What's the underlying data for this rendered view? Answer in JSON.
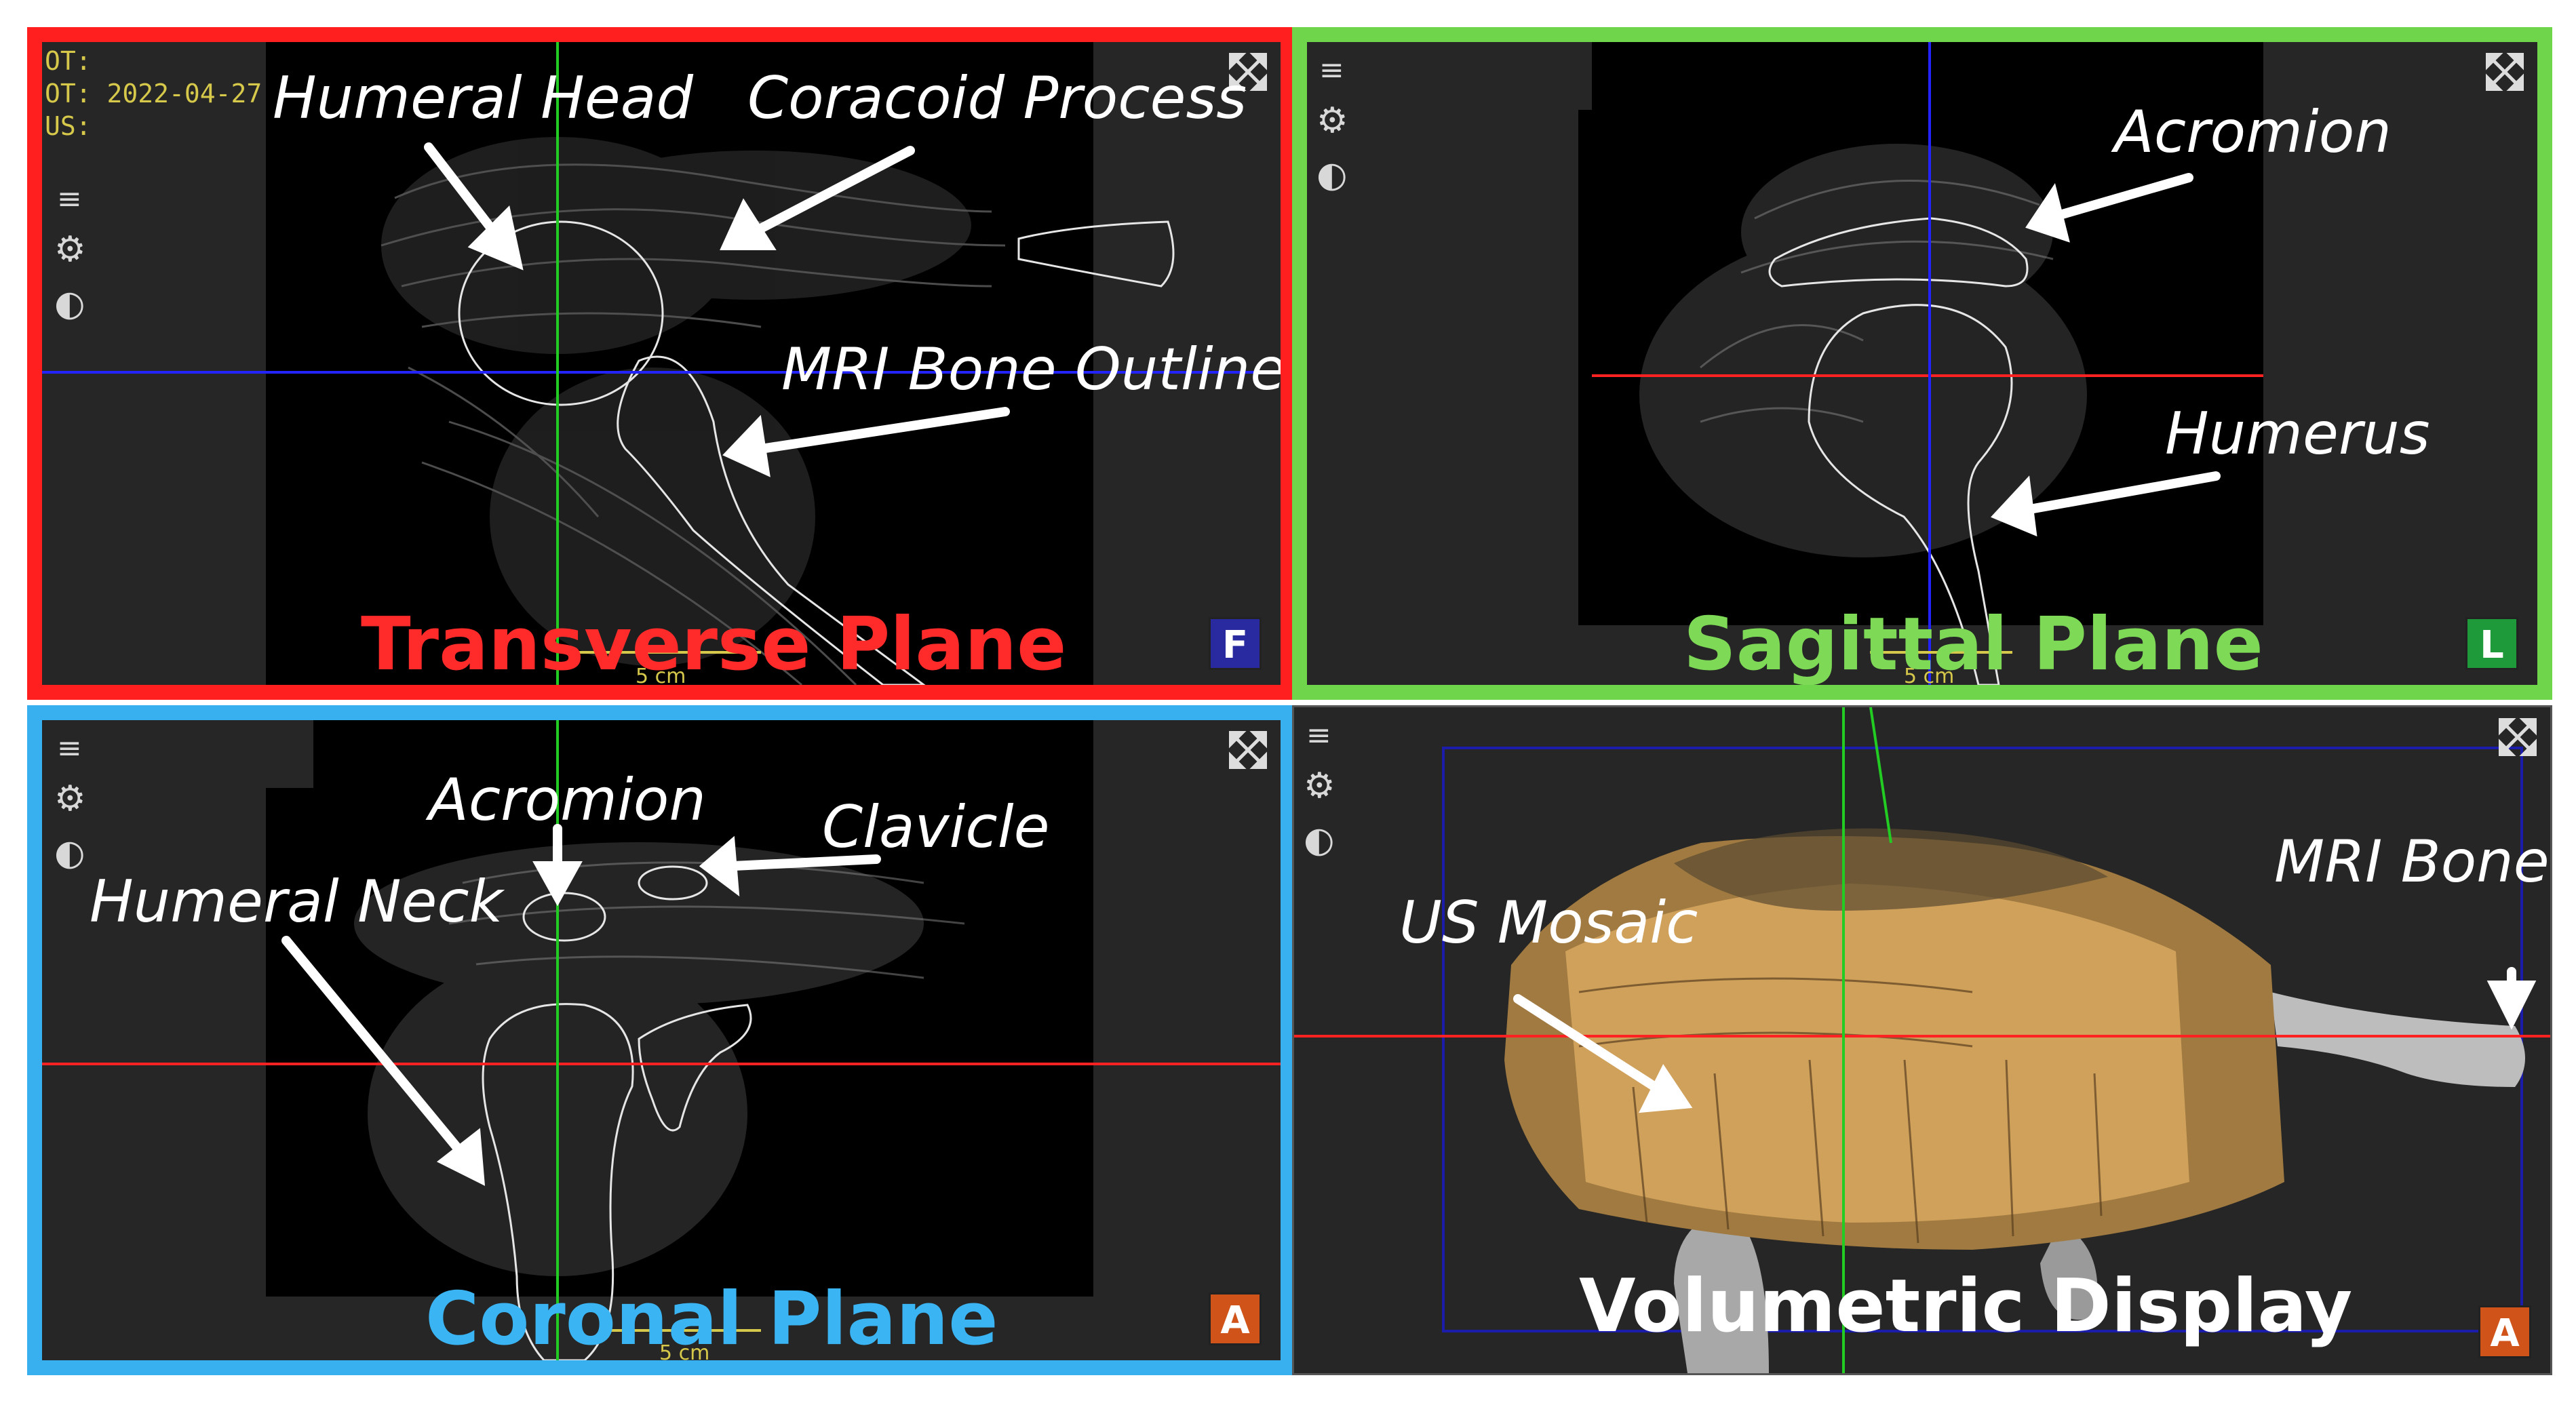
{
  "panels": {
    "transverse": {
      "title": "Transverse Plane",
      "title_color": "#ff2a2a",
      "border_color": "#ff1f1f",
      "badge": "F",
      "badge_color": "#2a2aa0",
      "scale": "5 cm",
      "meta": [
        "OT:",
        "OT: 2022-04-27",
        "US:"
      ],
      "labels": {
        "humeral_head": "Humeral Head",
        "coracoid": "Coracoid Process",
        "mri_outline": "MRI Bone Outline"
      }
    },
    "sagittal": {
      "title": "Sagittal Plane",
      "title_color": "#7ed957",
      "border_color": "#6fd54a",
      "badge": "L",
      "badge_color": "#1f9a3a",
      "scale": "5 cm",
      "labels": {
        "acromion": "Acromion",
        "humerus": "Humerus"
      }
    },
    "coronal": {
      "title": "Coronal Plane",
      "title_color": "#3ab4f2",
      "border_color": "#38b0f0",
      "badge": "A",
      "badge_color": "#d0541a",
      "scale": "5 cm",
      "labels": {
        "acromion": "Acromion",
        "clavicle": "Clavicle",
        "humeral_neck": "Humeral Neck"
      }
    },
    "volumetric": {
      "title": "Volumetric Display",
      "title_color": "#ffffff",
      "badge": "A",
      "badge_color": "#d0541a",
      "labels": {
        "us_mosaic": "US Mosaic",
        "mri_bone": "MRI Bone"
      }
    }
  },
  "icons": [
    "menu-icon",
    "gear-icon",
    "brightness-icon",
    "maximize-icon"
  ]
}
